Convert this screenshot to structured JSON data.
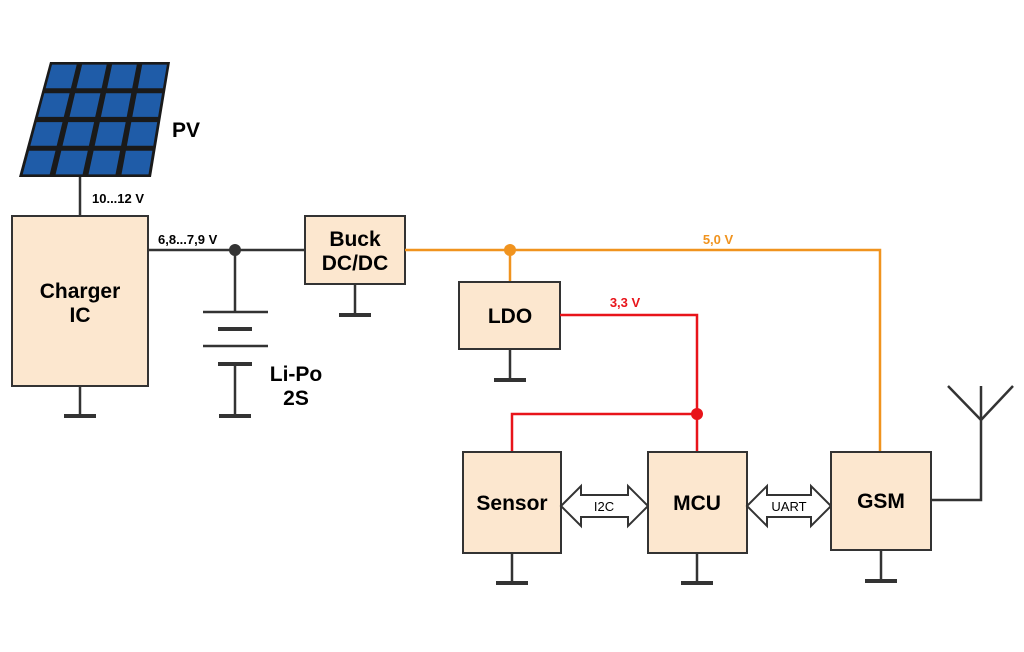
{
  "diagram": {
    "pv": {
      "label": "PV",
      "voltage": "10...12 V"
    },
    "charger": {
      "line1": "Charger",
      "line2": "IC"
    },
    "battery": {
      "line1": "Li-Po",
      "line2": "2S",
      "voltage": "6,8...7,9 V"
    },
    "buck": {
      "line1": "Buck",
      "line2": "DC/DC",
      "rail_voltage": "5,0 V"
    },
    "ldo": {
      "label": "LDO",
      "rail_voltage": "3,3 V"
    },
    "sensor": {
      "label": "Sensor"
    },
    "mcu": {
      "label": "MCU"
    },
    "gsm": {
      "label": "GSM"
    },
    "buses": {
      "i2c": "I2C",
      "uart": "UART"
    },
    "colors": {
      "block_fill": "#fce7cf",
      "block_stroke": "#333333",
      "wire_dark": "#333333",
      "rail_5v": "#f0931e",
      "rail_3v3": "#e8141a",
      "panel_cell": "#1f5ca8",
      "panel_frame": "#1a1a1a"
    },
    "icons": {
      "solar_panel": "solar-panel-icon",
      "battery": "battery-icon",
      "antenna": "antenna-icon",
      "ground": "ground-icon"
    }
  }
}
